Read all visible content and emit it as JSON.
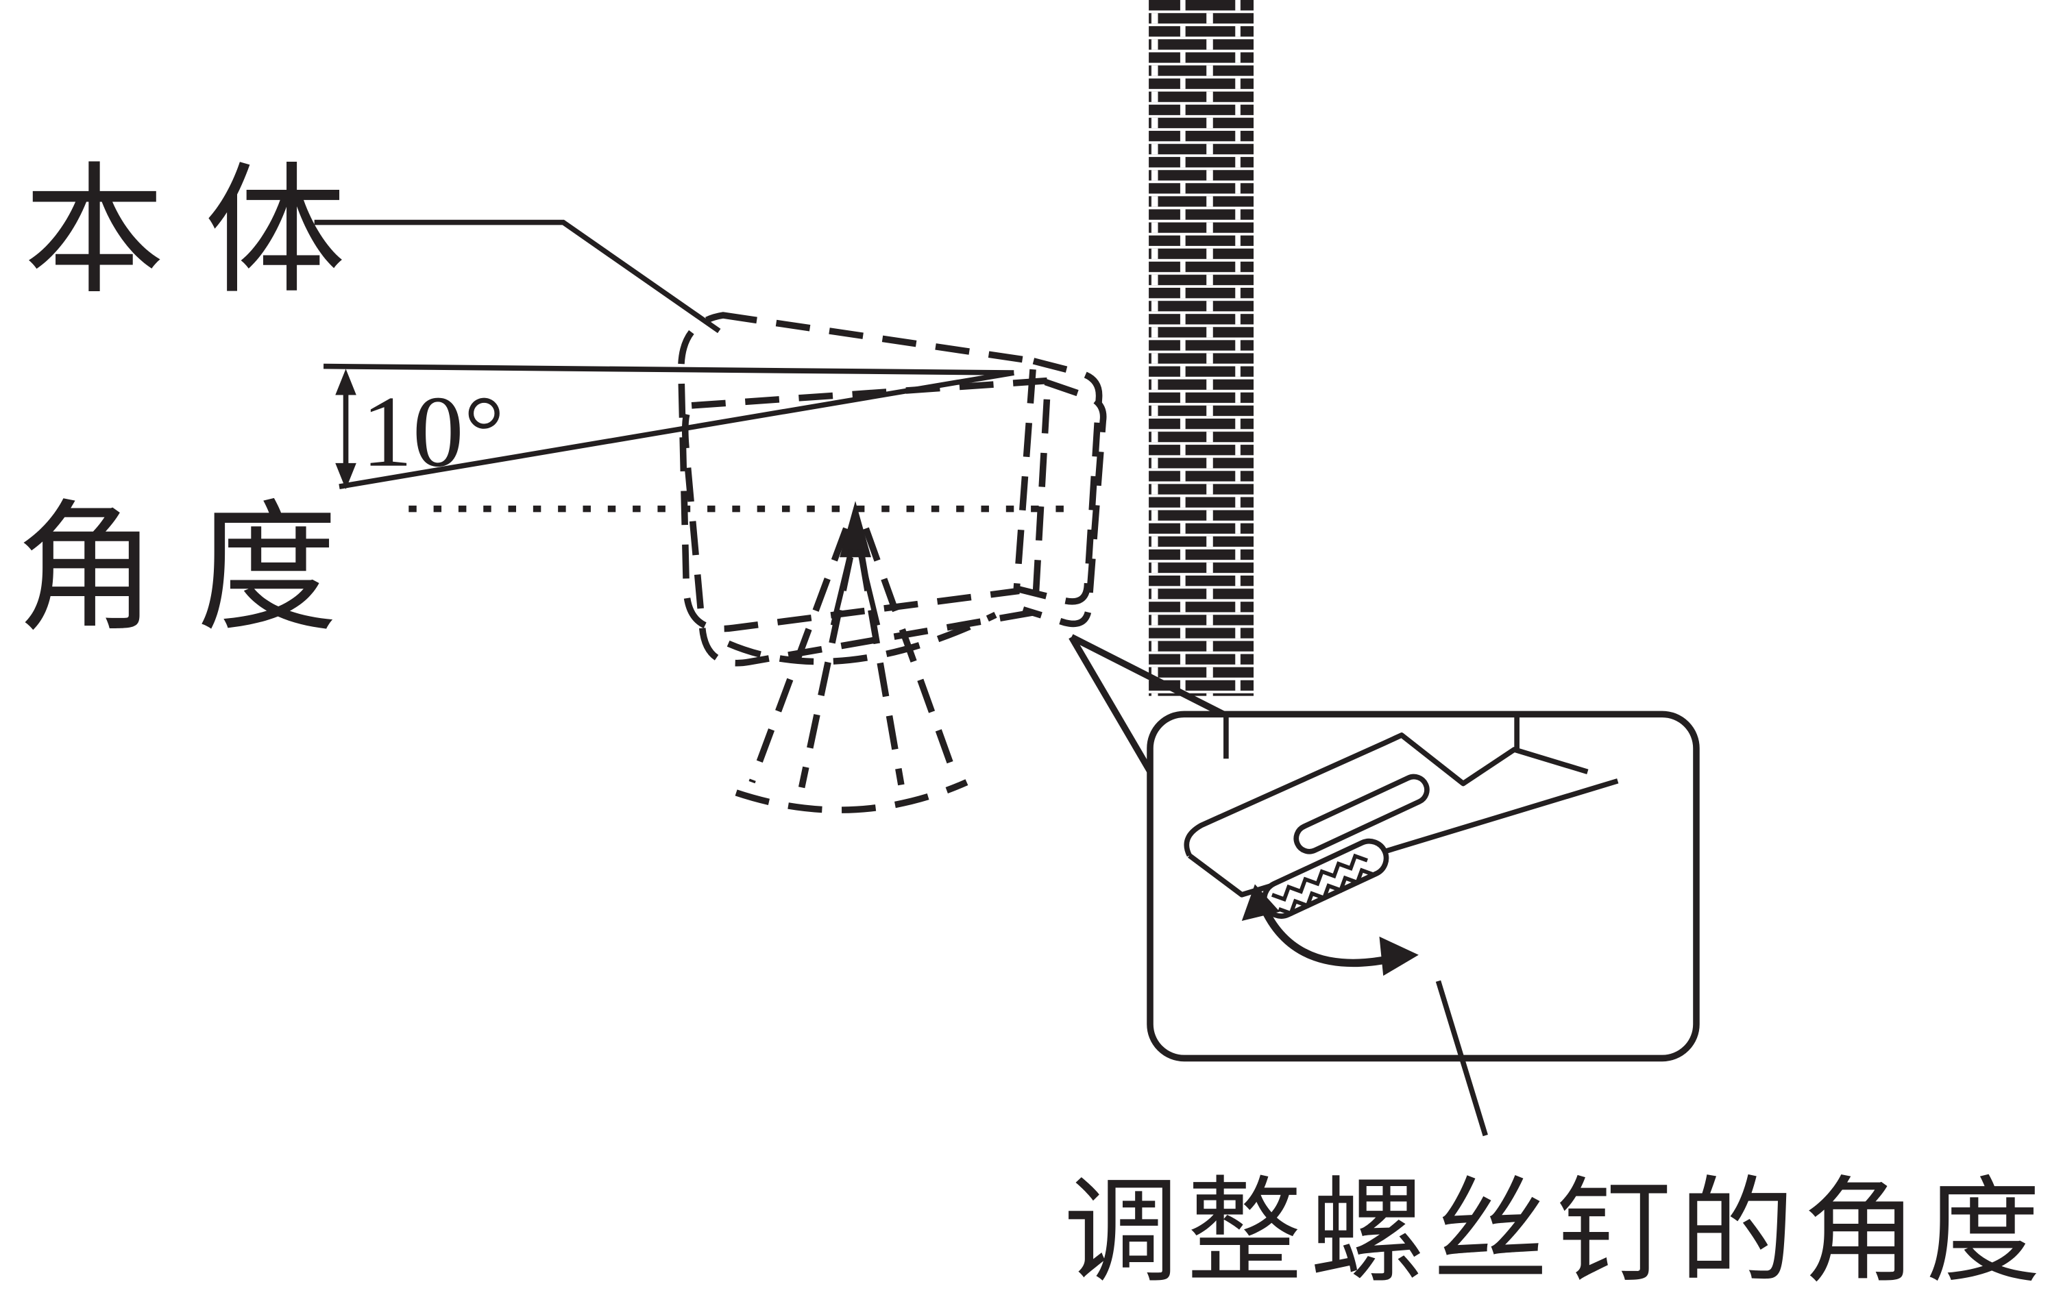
{
  "diagram": {
    "labels": {
      "body_label": "本体",
      "angle_value": "10°",
      "angle_label": "角度",
      "caption": "调整螺丝钉的角度"
    },
    "colors": {
      "ink": "#231f20",
      "background": "#ffffff"
    },
    "icons": {
      "wall": "hatched-wall-icon",
      "screw": "adjustment-screw-icon",
      "rotate_arrow": "rotate-arrow-icon",
      "angle_arrow": "double-headed-arrow-icon",
      "beam": "detection-beam-icon"
    }
  }
}
